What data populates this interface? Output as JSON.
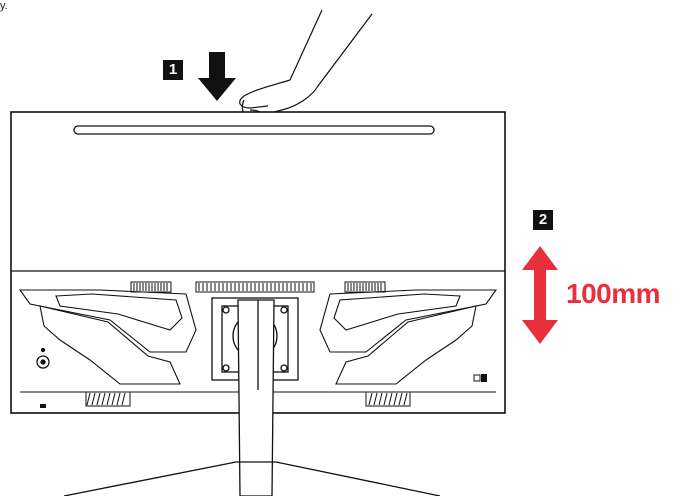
{
  "top_fragment": "y.",
  "steps": {
    "step1": "1",
    "step2": "2"
  },
  "height_adjust": {
    "label": "100mm",
    "color": "#e8303d"
  },
  "icons": {
    "push_arrow": "down-arrow-icon",
    "height_arrow": "double-vertical-arrow-icon",
    "lock": "kensington-lock-icon",
    "audio": "headphone-jack-icon"
  }
}
